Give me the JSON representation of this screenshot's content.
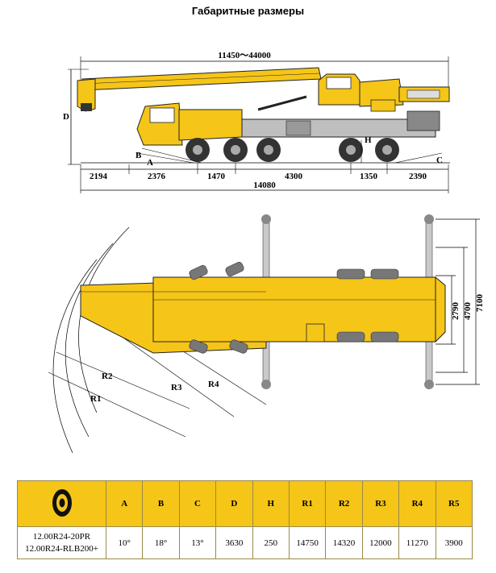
{
  "title": "Габаритные размеры",
  "side_view": {
    "overall_boom_range": "11450～44000",
    "overall_length": "14080",
    "segments": [
      "2194",
      "2376",
      "1470",
      "4300",
      "1350",
      "2390"
    ],
    "height_label": "D",
    "labels": {
      "A": "A",
      "B": "B",
      "C": "C",
      "H": "H"
    }
  },
  "top_view": {
    "radii": [
      "R1",
      "R2",
      "R3",
      "R4",
      "R5"
    ],
    "widths": [
      "2790",
      "4700",
      "7100"
    ]
  },
  "colors": {
    "crane": "#f5c518",
    "outline": "#222222",
    "table_header": "#f5c518"
  },
  "table": {
    "tyre_icon": "tyre-icon",
    "headers": [
      "A",
      "B",
      "C",
      "D",
      "H",
      "R1",
      "R2",
      "R3",
      "R4",
      "R5"
    ],
    "tyres": [
      "12.00R24-20PR",
      "12.00R24-RLB200+"
    ],
    "values": [
      "10°",
      "18°",
      "13°",
      "3630",
      "250",
      "14750",
      "14320",
      "12000",
      "11270",
      "3900"
    ]
  }
}
